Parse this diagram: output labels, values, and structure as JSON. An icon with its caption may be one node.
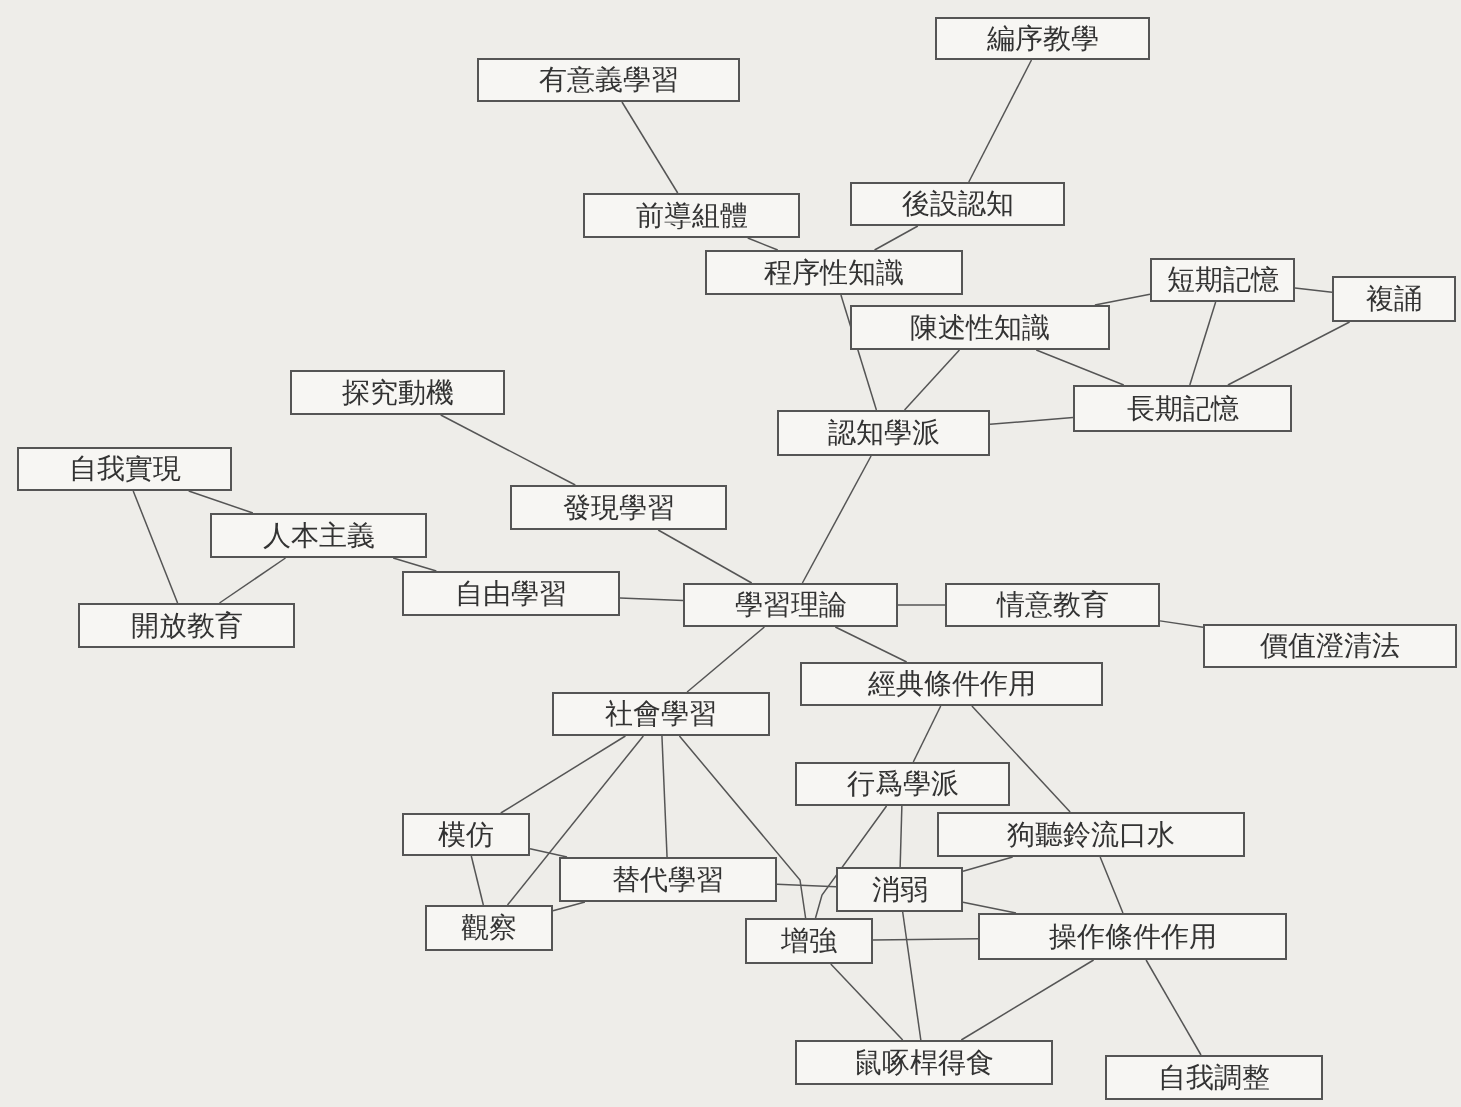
{
  "diagram": {
    "nodes": [
      {
        "text": [
          "編序教學"
        ]
      },
      {
        "text": [
          "有意義學習"
        ]
      },
      {
        "text": [
          "後設認知"
        ]
      },
      {
        "text": [
          "前導組體"
        ]
      },
      {
        "text": [
          "程序性知識"
        ]
      },
      {
        "text": [
          "短期記憶"
        ]
      },
      {
        "text": [
          "複誦"
        ]
      },
      {
        "text": [
          "陳述性知識"
        ]
      },
      {
        "text": [
          "探究動機"
        ]
      },
      {
        "text": [
          "長期記憶"
        ]
      },
      {
        "text": [
          "認知學派"
        ]
      },
      {
        "text": [
          "自我實現"
        ]
      },
      {
        "text": [
          "發現學習"
        ]
      },
      {
        "text": [
          "人本主義"
        ]
      },
      {
        "text": [
          "自由學習"
        ]
      },
      {
        "text": [
          "學習理論"
        ]
      },
      {
        "text": [
          "情意教育"
        ]
      },
      {
        "text": [
          "開放教育"
        ]
      },
      {
        "text": [
          "價值澄清法"
        ]
      },
      {
        "text": [
          "經典條件作用"
        ]
      },
      {
        "text": [
          "社會學習"
        ]
      },
      {
        "text": [
          "行爲學派"
        ]
      },
      {
        "text": [
          "模仿"
        ]
      },
      {
        "text": [
          "狗聽鈴流口水"
        ]
      },
      {
        "text": [
          "替代學習"
        ]
      },
      {
        "text": [
          "消弱"
        ]
      },
      {
        "text": [
          "觀察"
        ]
      },
      {
        "text": [
          "增強"
        ]
      },
      {
        "text": [
          "操作條件作用"
        ]
      },
      {
        "text": [
          "鼠啄桿得食"
        ]
      },
      {
        "text": [
          "自我調整"
        ]
      }
    ],
    "edges": [
      {
        "from": 1,
        "to": 3,
        "arrow": "none"
      },
      {
        "from": 0,
        "to": 2,
        "arrow": "none"
      },
      {
        "from": 3,
        "to": 4,
        "arrow": "none"
      },
      {
        "from": 4,
        "to": 10,
        "arrow": "none"
      },
      {
        "from": 2,
        "to": 4,
        "arrow": "none"
      },
      {
        "from": 7,
        "to": 10,
        "arrow": "none"
      },
      {
        "from": 7,
        "to": 5,
        "arrow": "none"
      },
      {
        "from": 7,
        "to": 9,
        "arrow": "none"
      },
      {
        "from": 5,
        "to": 9,
        "arrow": "none"
      },
      {
        "from": 5,
        "to": 6,
        "arrow": "none"
      },
      {
        "from": 6,
        "to": 9,
        "arrow": "none"
      },
      {
        "from": 9,
        "to": 10,
        "arrow": "none"
      },
      {
        "from": 10,
        "to": 15,
        "arrow": "none"
      },
      {
        "from": 8,
        "to": 12,
        "arrow": "none"
      },
      {
        "from": 12,
        "to": 15,
        "arrow": "none"
      },
      {
        "from": 11,
        "to": 13,
        "arrow": "none"
      },
      {
        "from": 11,
        "to": 17,
        "arrow": "none"
      },
      {
        "from": 13,
        "to": 17,
        "arrow": "none"
      },
      {
        "from": 13,
        "to": 14,
        "arrow": "none"
      },
      {
        "from": 14,
        "to": 15,
        "arrow": "none"
      },
      {
        "from": 15,
        "to": 16,
        "arrow": "none"
      },
      {
        "from": 16,
        "to": 18,
        "arrow": "none"
      },
      {
        "from": 15,
        "to": 20,
        "arrow": "none"
      },
      {
        "from": 15,
        "to": 19,
        "arrow": "none"
      },
      {
        "from": 19,
        "to": 21,
        "arrow": "none"
      },
      {
        "from": 19,
        "to": 23,
        "arrow": "none"
      },
      {
        "from": 20,
        "to": 22,
        "arrow": "none"
      },
      {
        "from": 20,
        "to": 26,
        "arrow": "none"
      },
      {
        "from": 20,
        "to": 24,
        "arrow": "none"
      },
      {
        "from": 20,
        "to": 27,
        "arrow": "none"
      },
      {
        "from": 22,
        "to": 26,
        "arrow": "none"
      },
      {
        "from": 22,
        "to": 24,
        "arrow": "none"
      },
      {
        "from": 26,
        "to": 24,
        "arrow": "none"
      },
      {
        "from": 24,
        "to": 25,
        "arrow": "none"
      },
      {
        "from": 21,
        "to": 25,
        "arrow": "none"
      },
      {
        "from": 21,
        "to": 27,
        "arrow": "none"
      },
      {
        "from": 23,
        "to": 25,
        "arrow": "none"
      },
      {
        "from": 23,
        "to": 28,
        "arrow": "none"
      },
      {
        "from": 25,
        "to": 28,
        "arrow": "none"
      },
      {
        "from": 27,
        "to": 28,
        "arrow": "none"
      },
      {
        "from": 25,
        "to": 29,
        "arrow": "none"
      },
      {
        "from": 27,
        "to": 29,
        "arrow": "none"
      },
      {
        "from": 28,
        "to": 29,
        "arrow": "none"
      },
      {
        "from": 28,
        "to": 30,
        "arrow": "none"
      }
    ]
  }
}
